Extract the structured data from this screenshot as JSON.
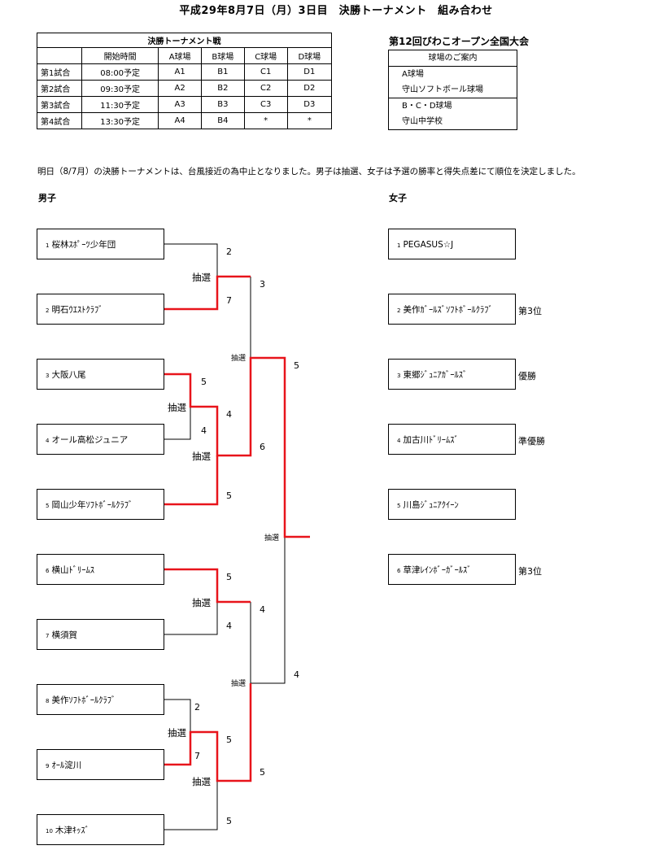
{
  "title": "平成29年8月7日（月）3日目　決勝トーナメント　組み合わせ",
  "schedule": {
    "caption": "決勝トーナメント戦",
    "headers": [
      "開始時間",
      "A球場",
      "B球場",
      "C球場",
      "D球場"
    ],
    "rows": [
      {
        "label": "第1試合",
        "time": "08:00予定",
        "cells": [
          "A1",
          "B1",
          "C1",
          "D1"
        ]
      },
      {
        "label": "第2試合",
        "time": "09:30予定",
        "cells": [
          "A2",
          "B2",
          "C2",
          "D2"
        ]
      },
      {
        "label": "第3試合",
        "time": "11:30予定",
        "cells": [
          "A3",
          "B3",
          "C3",
          "D3"
        ]
      },
      {
        "label": "第4試合",
        "time": "13:30予定",
        "cells": [
          "A4",
          "B4",
          "*",
          "*"
        ]
      }
    ]
  },
  "tournament_title": "第12回びわこオープン全国大会",
  "venues": {
    "header": "球場のご案内",
    "lines": [
      "A球場",
      "守山ソフトボール球場",
      "B・C・D球場",
      "守山中学校"
    ]
  },
  "notice": "明日（8/7月）の決勝トーナメントは、台風接近の為中止となりました。男子は抽選、女子は予選の勝率と得失点差にて順位を決定しました。",
  "boys": {
    "heading": "男子",
    "teams": [
      {
        "no": "1",
        "name": "桜林ｽﾎﾟｰﾂ少年団"
      },
      {
        "no": "2",
        "name": "明石ｳｴｽﾄｸﾗﾌﾞ"
      },
      {
        "no": "3",
        "name": "大阪八尾"
      },
      {
        "no": "4",
        "name": "オール高松ジュニア"
      },
      {
        "no": "5",
        "name": "岡山少年ｿﾌﾄﾎﾞｰﾙｸﾗﾌﾞ"
      },
      {
        "no": "6",
        "name": "横山ﾄﾞﾘｰﾑｽ"
      },
      {
        "no": "7",
        "name": "横須賀"
      },
      {
        "no": "8",
        "name": "美作ｿﾌﾄﾎﾞｰﾙｸﾗﾌﾞ"
      },
      {
        "no": "9",
        "name": "ｵｰﾙ淀川"
      },
      {
        "no": "10",
        "name": "木津ｷｯｽﾞ"
      }
    ],
    "lottery_label": "抽選",
    "scores": [
      "2",
      "7",
      "3",
      "5",
      "4",
      "6",
      "5",
      "5",
      "4",
      "4",
      "2",
      "7",
      "5",
      "5",
      "4",
      "4",
      "5"
    ]
  },
  "girls": {
    "heading": "女子",
    "teams": [
      {
        "no": "1",
        "name": "PEGASUS☆J",
        "rank": ""
      },
      {
        "no": "2",
        "name": "美作ｶﾞｰﾙｽﾞｿﾌﾄﾎﾞｰﾙｸﾗﾌﾞ",
        "rank": "第3位"
      },
      {
        "no": "3",
        "name": "東郷ｼﾞｭﾆｱｶﾞｰﾙｽﾞ",
        "rank": "優勝"
      },
      {
        "no": "4",
        "name": "加古川ﾄﾞﾘｰﾑｽﾞ",
        "rank": "準優勝"
      },
      {
        "no": "5",
        "name": "川島ｼﾞｭﾆｱｸｲｰﾝ",
        "rank": ""
      },
      {
        "no": "6",
        "name": "草津ﾚｲﾝﾎﾞｰｶﾞｰﾙｽﾞ",
        "rank": "第3位"
      }
    ]
  },
  "colors": {
    "line": "#000000",
    "winner_line": "#e8141b"
  }
}
